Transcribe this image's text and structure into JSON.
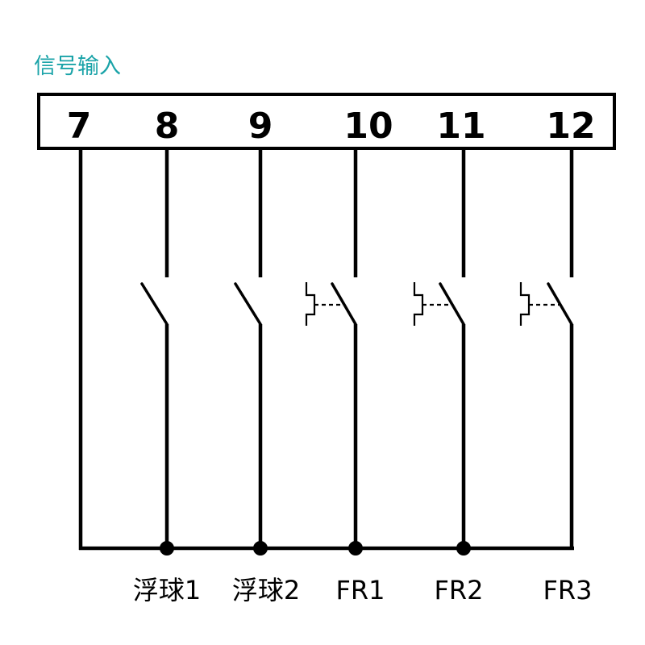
{
  "title": "信号输入",
  "terminals": [
    "7",
    "8",
    "9",
    "10",
    "11",
    "12"
  ],
  "devices": [
    {
      "terminal": "8",
      "label": "浮球1",
      "type": "float-switch"
    },
    {
      "terminal": "9",
      "label": "浮球2",
      "type": "float-switch"
    },
    {
      "terminal": "10",
      "label": "FR1",
      "type": "thermal-relay-contact"
    },
    {
      "terminal": "11",
      "label": "FR2",
      "type": "thermal-relay-contact"
    },
    {
      "terminal": "12",
      "label": "FR3",
      "type": "thermal-relay-contact"
    }
  ],
  "colors": {
    "title": "#1aa3a8",
    "line": "#000000"
  }
}
